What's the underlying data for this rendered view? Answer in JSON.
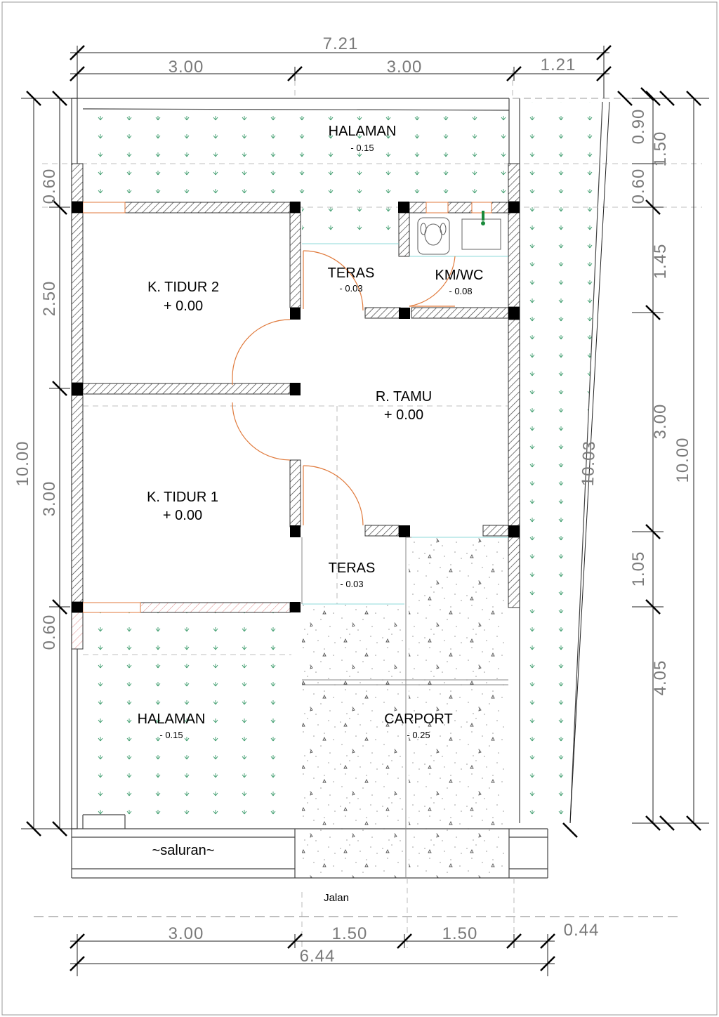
{
  "colors": {
    "wall_hatch": "#555555",
    "column": "#000000",
    "door": "#e07a3c",
    "grass": "#2e8b57",
    "dimension": "#7a7a7a",
    "axis": "#c87a7a"
  },
  "icons": [
    "squat-toilet-icon",
    "water-tap-icon",
    "grass-pattern",
    "concrete-pattern"
  ],
  "dimensions": {
    "top_total": "7.21",
    "top_left": "3.00",
    "top_mid": "3.00",
    "top_right": "1.21",
    "left_1": "0.60",
    "left_2": "2.50",
    "left_3": "3.00",
    "left_4": "0.60",
    "left_total": "10.00",
    "right_1": "0.90",
    "right_2": "1.50",
    "right_3": "0.60",
    "right_4": "1.45",
    "right_5": "3.00",
    "right_6": "1.05",
    "right_7": "4.05",
    "right_total": "10.00",
    "diagonal": "10.03",
    "bottom_left": "3.00",
    "bottom_mid1": "1.50",
    "bottom_mid2": "1.50",
    "bottom_right": "0.44",
    "bottom_total": "6.44"
  },
  "rooms": {
    "halaman_top": {
      "name": "HALAMAN",
      "level": "- 0.15"
    },
    "teras_top": {
      "name": "TERAS",
      "level": "- 0.03"
    },
    "kmwc": {
      "name": "KM/WC",
      "level": "- 0.08"
    },
    "tidur2": {
      "name": "K. TIDUR 2",
      "level": "+ 0.00"
    },
    "tamu": {
      "name": "R. TAMU",
      "level": "+ 0.00"
    },
    "tidur1": {
      "name": "K. TIDUR 1",
      "level": "+ 0.00"
    },
    "teras_bottom": {
      "name": "TERAS",
      "level": "- 0.03"
    },
    "halaman_bottom": {
      "name": "HALAMAN",
      "level": "- 0.15"
    },
    "carport": {
      "name": "CARPORT",
      "level": "- 0.25"
    }
  },
  "labels": {
    "saluran": "~saluran~",
    "jalan": "Jalan"
  }
}
